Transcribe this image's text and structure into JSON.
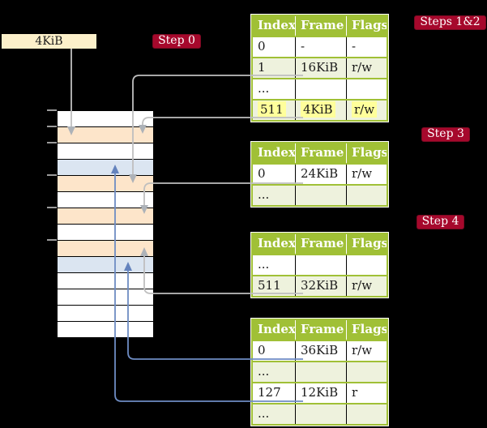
{
  "frame_box": {
    "label": "4KiB"
  },
  "badges": [
    {
      "id": "step0",
      "text": "Step 0"
    },
    {
      "id": "steps12",
      "text": "Steps 1&2"
    },
    {
      "id": "step3",
      "text": "Step 3"
    },
    {
      "id": "step4",
      "text": "Step 4"
    }
  ],
  "memory_column": {
    "rows": [
      "white",
      "orange",
      "white",
      "blue",
      "orange",
      "white",
      "orange",
      "white",
      "orange",
      "blue",
      "white",
      "white",
      "white",
      "white"
    ]
  },
  "tables": [
    {
      "headers": [
        "Index",
        "Frame",
        "Flags"
      ],
      "rows": [
        [
          "0",
          "-",
          "-"
        ],
        [
          "1",
          "16KiB",
          "r/w"
        ],
        [
          "...",
          "",
          ""
        ],
        [
          "511",
          "4KiB",
          "r/w"
        ]
      ],
      "highlight_row": 3
    },
    {
      "headers": [
        "Index",
        "Frame",
        "Flags"
      ],
      "rows": [
        [
          "0",
          "24KiB",
          "r/w"
        ],
        [
          "...",
          "",
          ""
        ]
      ],
      "highlight_row": null
    },
    {
      "headers": [
        "Index",
        "Frame",
        "Flags"
      ],
      "rows": [
        [
          "...",
          "",
          ""
        ],
        [
          "511",
          "32KiB",
          "r/w"
        ]
      ],
      "highlight_row": null
    },
    {
      "headers": [
        "Index",
        "Frame",
        "Flags"
      ],
      "rows": [
        [
          "0",
          "36KiB",
          "r/w"
        ],
        [
          "...",
          "",
          ""
        ],
        [
          "127",
          "12KiB",
          "r"
        ],
        [
          "...",
          "",
          ""
        ]
      ],
      "highlight_row": null
    }
  ],
  "colors": {
    "background": "#000000",
    "header_green": "#a0c036",
    "row_green": "#eef2dd",
    "row_white": "#ffffff",
    "mem_orange": "#fde5ca",
    "mem_blue": "#dbe5f1",
    "badge_red": "#a6082c",
    "badge_border": "#7a0a22",
    "cream_box": "#fcf0ca",
    "highlight_yellow": "#ffff9b",
    "gray_line": "#bfbfbf",
    "gray_arrowhead": "#adb2b8",
    "blue_line": "#6e8cc3"
  }
}
